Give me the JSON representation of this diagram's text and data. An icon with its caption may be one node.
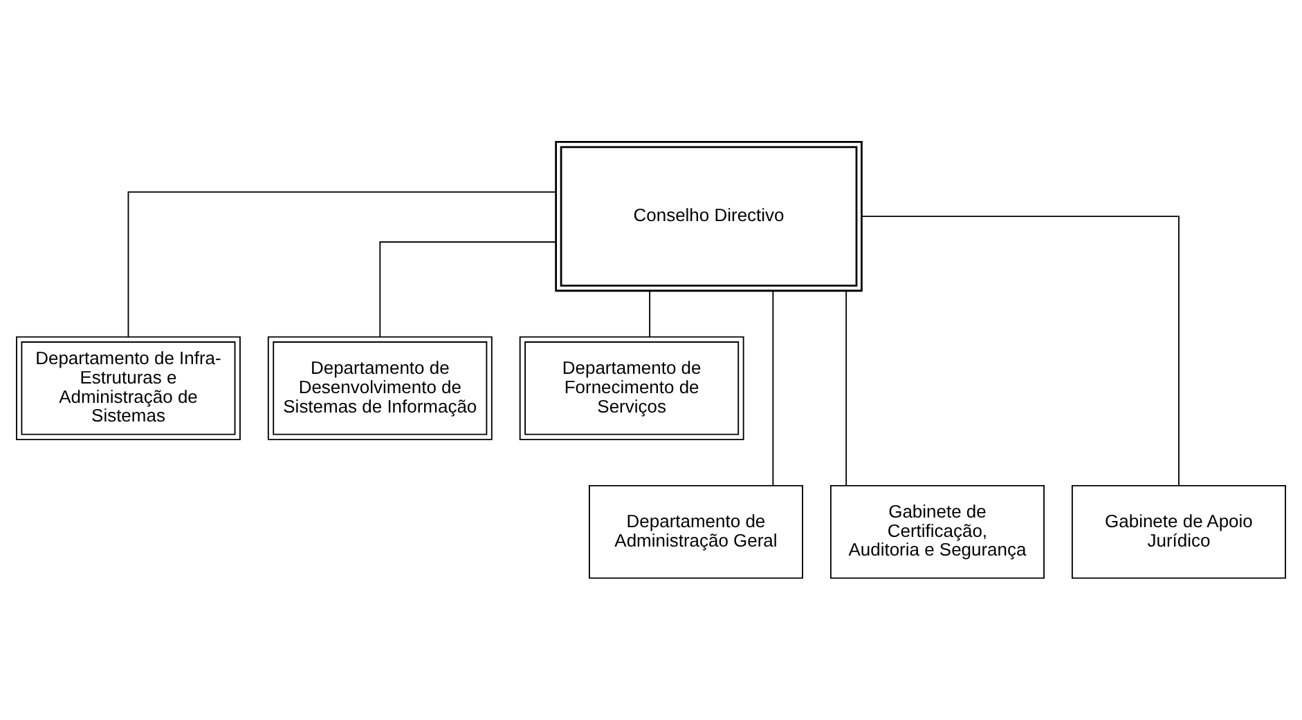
{
  "diagram": {
    "nodes": [
      {
        "text": [
          "Conselho Directivo"
        ]
      },
      {
        "text": [
          "Departamento de Infra-Estruturas e Administração de Sistemas"
        ]
      },
      {
        "text": [
          "Departamento de Desenvolvimento de Sistemas de Informação"
        ]
      },
      {
        "text": [
          "Departamento de Fornecimento de Serviços"
        ]
      },
      {
        "text": [
          "Departamento de Administração Geral"
        ]
      },
      {
        "text": [
          "Gabinete de Certificação, Auditoria e Segurança"
        ]
      },
      {
        "text": [
          "Gabinete de Apoio Jurídico"
        ]
      }
    ],
    "edges": [
      {
        "from": 0,
        "to": 4,
        "arrow": "none"
      },
      {
        "from": 0,
        "to": 1,
        "arrow": "none"
      },
      {
        "from": 0,
        "to": 5,
        "arrow": "none"
      },
      {
        "from": 0,
        "to": 2,
        "arrow": "none"
      },
      {
        "from": 0,
        "to": 6,
        "arrow": "none"
      },
      {
        "from": 0,
        "to": 3,
        "arrow": "none"
      }
    ]
  }
}
